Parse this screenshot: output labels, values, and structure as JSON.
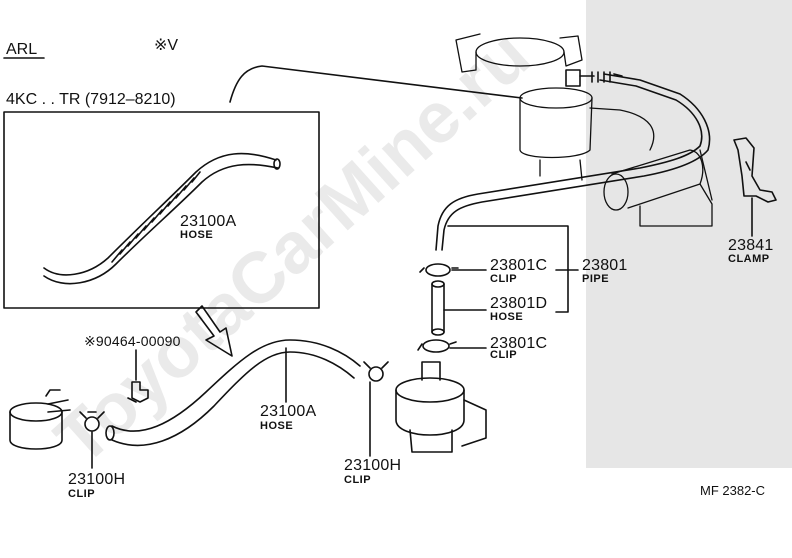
{
  "header": {
    "model": "ARL",
    "note_mark": "※V",
    "range": "4KC . . TR (7912–8210)"
  },
  "watermark": "ToyotaCarMine.ru",
  "inset": {
    "part_number": "23100A",
    "part_name": "HOSE"
  },
  "labels": {
    "hose_main_num": "23100A",
    "hose_main_name": "HOSE",
    "bolt_num": "※90464-00090",
    "clip_h_left_num": "23100H",
    "clip_h_left_name": "CLIP",
    "clip_h_mid_num": "23100H",
    "clip_h_mid_name": "CLIP",
    "clip_c_top_num": "23801C",
    "clip_c_top_name": "CLIP",
    "hose_d_num": "23801D",
    "hose_d_name": "HOSE",
    "clip_c_bot_num": "23801C",
    "clip_c_bot_name": "CLIP",
    "pipe_num": "23801",
    "pipe_name": "PIPE",
    "clamp_num": "23841",
    "clamp_name": "CLAMP"
  },
  "footer": {
    "code": "MF  2382-C"
  }
}
